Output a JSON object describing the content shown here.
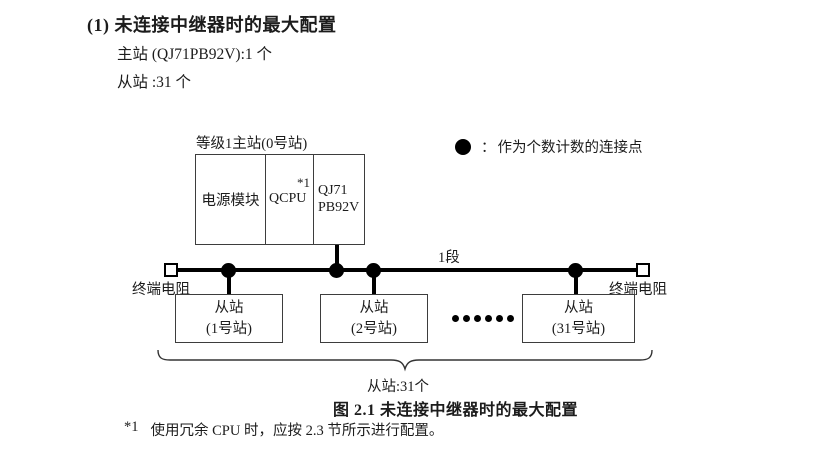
{
  "document": {
    "heading": "(1) 未连接中继器时的最大配置",
    "spec_master": "主站 (QJ71PB92V):1 个",
    "spec_slave": "从站 :31 个",
    "figure_caption": "图 2.1 未连接中继器时的最大配置",
    "footnote": {
      "marker": "*1",
      "text": "使用冗余 CPU 时，应按 2.3 节所示进行配置。"
    }
  },
  "diagram": {
    "master_station": {
      "label": "等级1主站(0号站)",
      "modules": {
        "power": "电源模块",
        "cpu": "QCPU",
        "cpu_footnote": "*1",
        "pb_line1": "QJ71",
        "pb_line2": "PB92V"
      }
    },
    "legend": {
      "colon": "：",
      "text": "作为个数计数的连接点"
    },
    "segment_label": "1段",
    "terminator_left_label": "终端电阻",
    "terminator_right_label": "终端电阻",
    "slaves": [
      {
        "name": "从站",
        "station": "(1号站)"
      },
      {
        "name": "从站",
        "station": "(2号站)"
      },
      {
        "name": "从站",
        "station": "(31号站)"
      }
    ],
    "slave_count_label": "从站:31个",
    "colors": {
      "bus_line": "#000000",
      "box_border": "#3d3d3d",
      "text": "#1c1c1c",
      "background": "#ffffff"
    }
  }
}
